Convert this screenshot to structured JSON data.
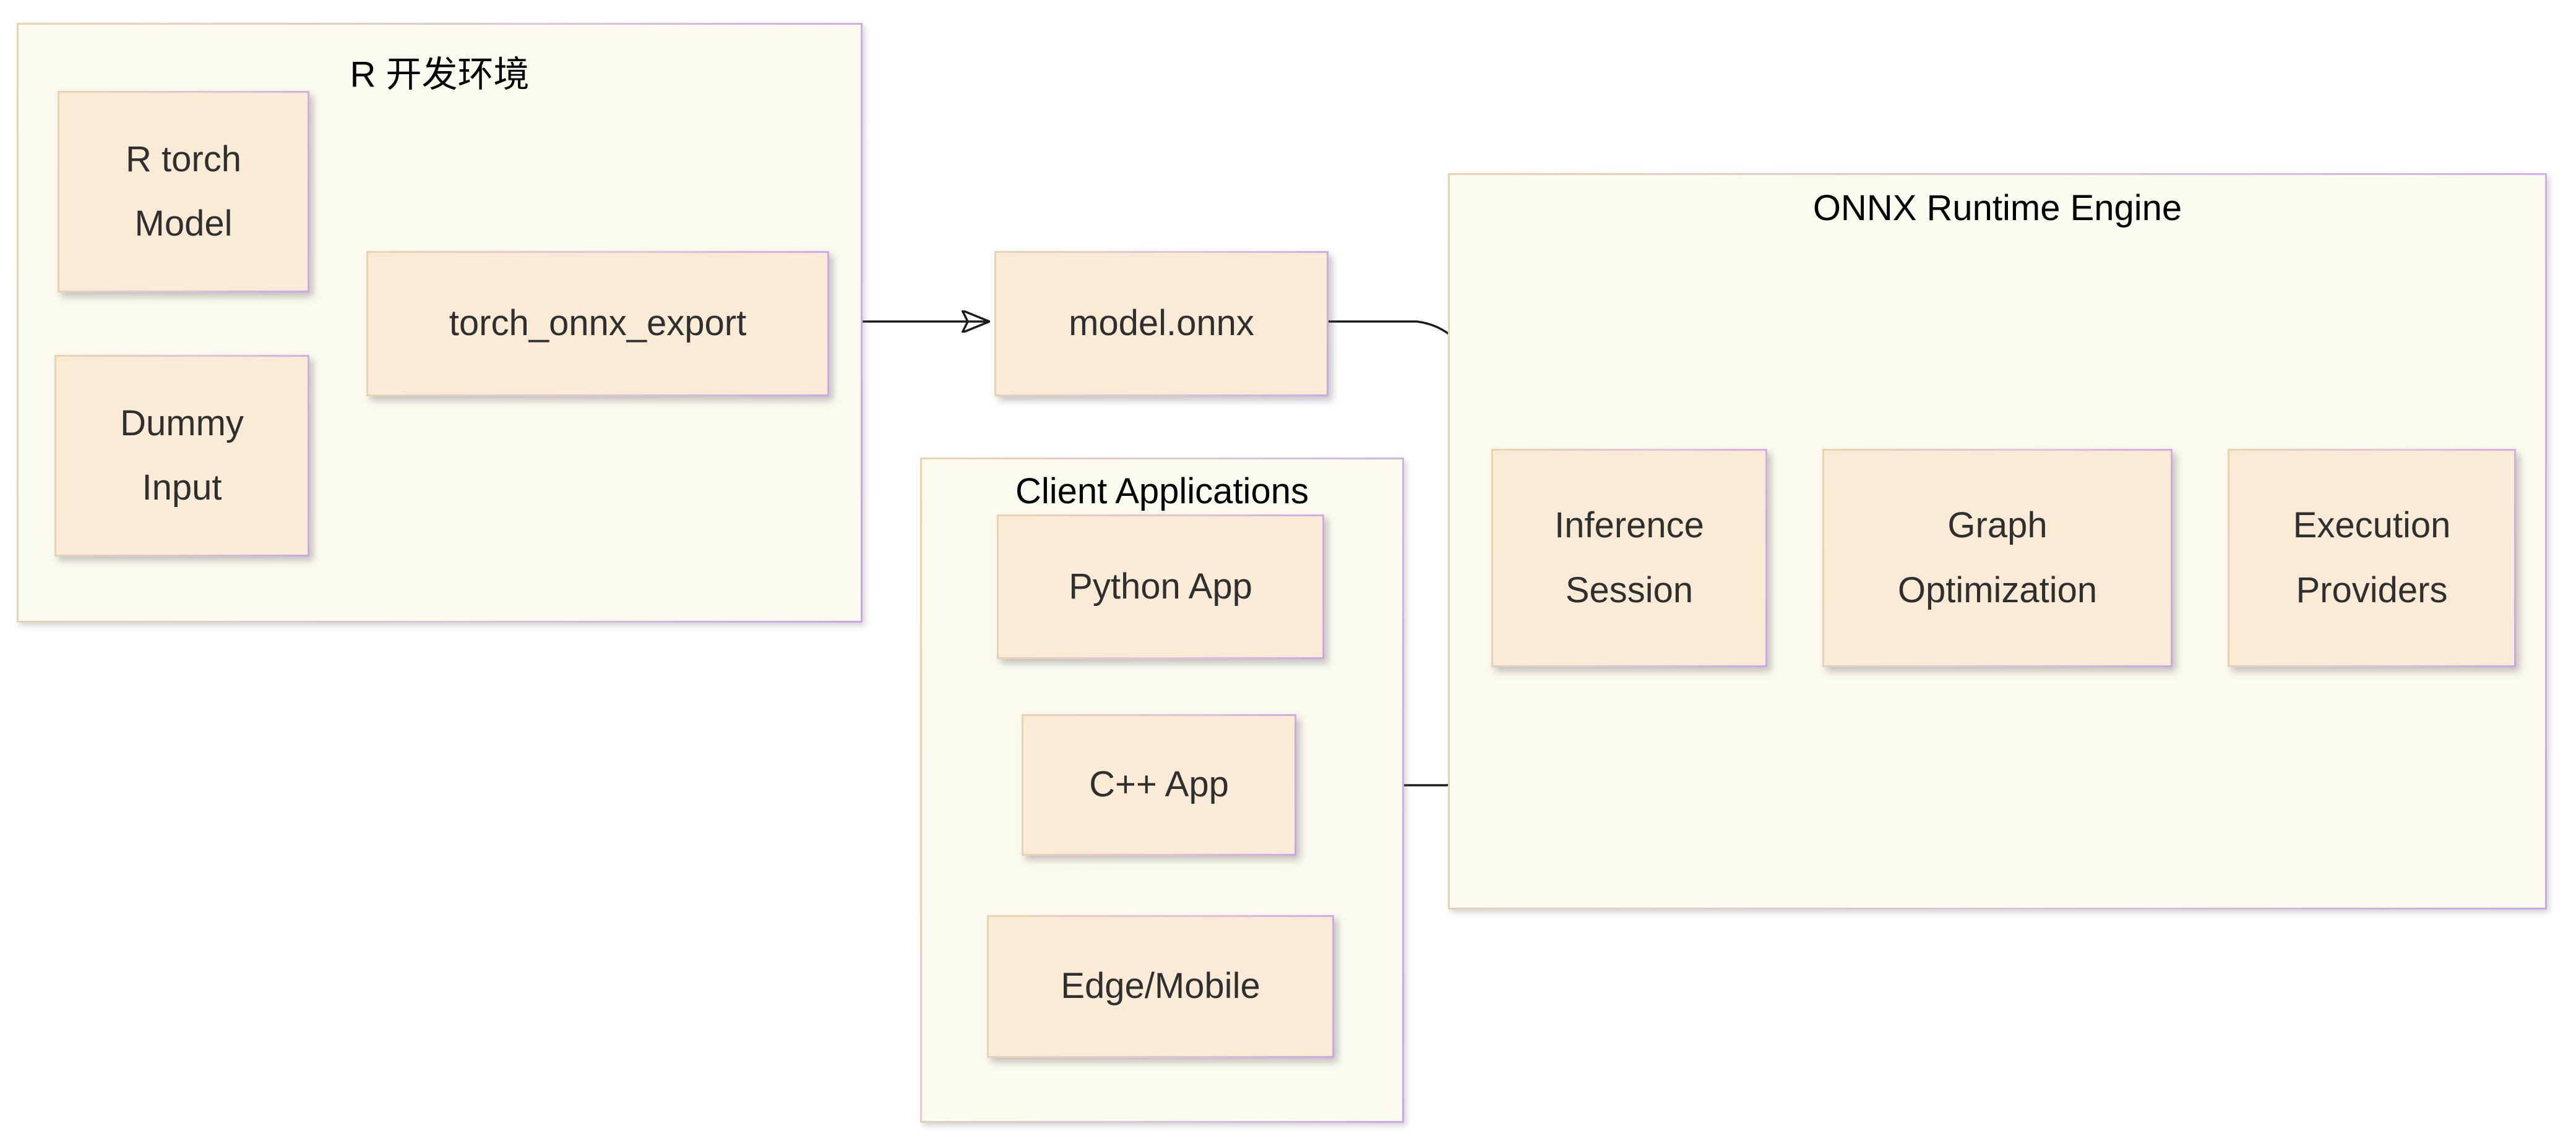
{
  "diagram": {
    "groups": {
      "r_dev": {
        "title": "R 开发环境"
      },
      "client_apps": {
        "title": "Client Applications"
      },
      "onnx_runtime": {
        "title": "ONNX Runtime Engine"
      }
    },
    "nodes": {
      "r_torch_model": {
        "label": "R torch\nModel"
      },
      "dummy_input": {
        "label": "Dummy\nInput"
      },
      "torch_onnx_export": {
        "label": "torch_onnx_export"
      },
      "model_onnx": {
        "label": "model.onnx"
      },
      "python_app": {
        "label": "Python App"
      },
      "cpp_app": {
        "label": "C++ App"
      },
      "edge_mobile": {
        "label": "Edge/Mobile"
      },
      "inference_session": {
        "label": "Inference\nSession"
      },
      "graph_optimization": {
        "label": "Graph\nOptimization"
      },
      "execution_providers": {
        "label": "Execution\nProviders"
      }
    },
    "edges": [
      {
        "from": "R torch Model",
        "to": "torch_onnx_export"
      },
      {
        "from": "Dummy Input",
        "to": "torch_onnx_export"
      },
      {
        "from": "torch_onnx_export",
        "to": "model.onnx"
      },
      {
        "from": "model.onnx",
        "to": "Inference Session"
      },
      {
        "from": "Client Applications",
        "to": "Inference Session"
      },
      {
        "from": "Inference Session",
        "to": "Graph Optimization"
      },
      {
        "from": "Graph Optimization",
        "to": "Execution Providers"
      }
    ],
    "colors": {
      "node_fill": "#FAEBD7",
      "group_fill": "#FCFBF0",
      "border_warm": "#E7D5B0",
      "border_lavender": "#CBA7EA",
      "edge_stroke": "#1B1B1B",
      "node_text": "#2F2F2F",
      "title_text": "#000000",
      "page_background": "#FFFFFF"
    }
  }
}
